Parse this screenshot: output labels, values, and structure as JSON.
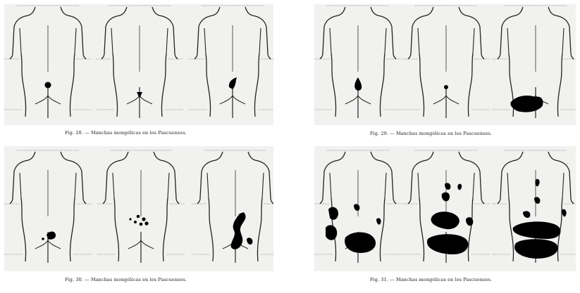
{
  "figures": [
    {
      "id": "fig28",
      "caption": "Fig. 28. — Manchas mongólicas en los Pascuenses."
    },
    {
      "id": "fig29",
      "caption": "Fig. 29. — Manchas mongólicas en los Pascuenses."
    },
    {
      "id": "fig30",
      "caption": "Fig. 30. — Manchas mongólicas en los Pascuenses."
    },
    {
      "id": "fig31",
      "caption": "Fig. 31. — Manchas mongólicas en los Pascuenses."
    }
  ]
}
